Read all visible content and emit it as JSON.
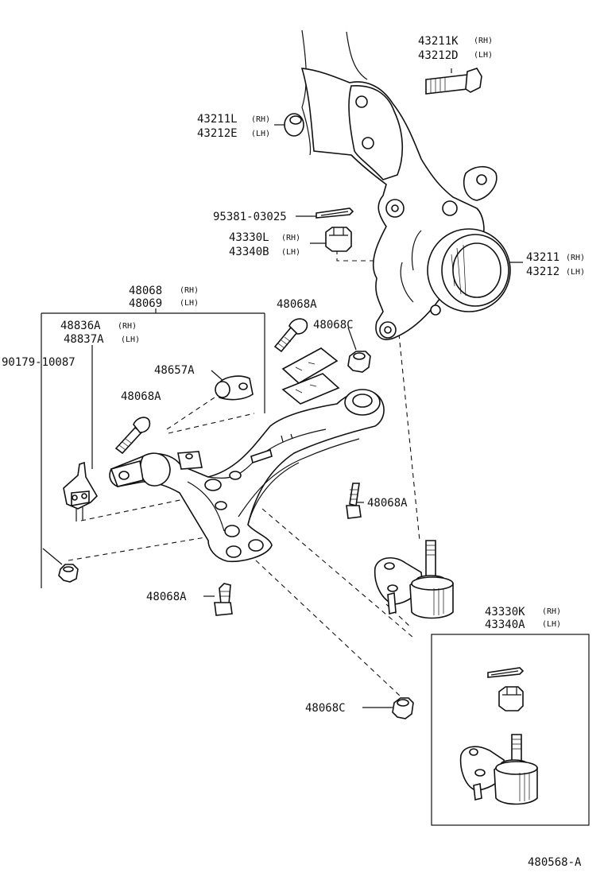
{
  "diagram_id": "480568-A",
  "callouts": {
    "bolt_rh": "43211K",
    "bolt_rh_side": "(RH)",
    "bolt_lh": "43212D",
    "bolt_lh_side": "(LH)",
    "bush_rh": "43211L",
    "bush_rh_side": "(RH)",
    "bush_lh": "43212E",
    "bush_lh_side": "(LH)",
    "cotter_pin": "95381-03025",
    "nut_rh": "43330L",
    "nut_rh_side": "(RH)",
    "nut_lh": "43340B",
    "nut_lh_side": "(LH)",
    "knuckle_rh": "43211",
    "knuckle_rh_side": "(RH)",
    "knuckle_lh": "43212",
    "knuckle_lh_side": "(LH)",
    "arm_rh": "48068",
    "arm_rh_side": "(RH)",
    "arm_lh": "48069",
    "arm_lh_side": "(LH)",
    "bolt_a_top": "48068A",
    "nut_c_top": "48068C",
    "bracket_rh": "48836A",
    "bracket_rh_side": "(RH)",
    "bracket_lh": "48837A",
    "bracket_lh_side": "(LH)",
    "nut_left": "90179-10087",
    "bushing": "48657A",
    "bolt_a_mid": "48068A",
    "bolt_a_right": "48068A",
    "bolt_a_low": "48068A",
    "nut_c_low": "48068C",
    "balljoint_rh": "43330K",
    "balljoint_rh_side": "(RH)",
    "balljoint_lh": "43340A",
    "balljoint_lh_side": "(LH)"
  }
}
